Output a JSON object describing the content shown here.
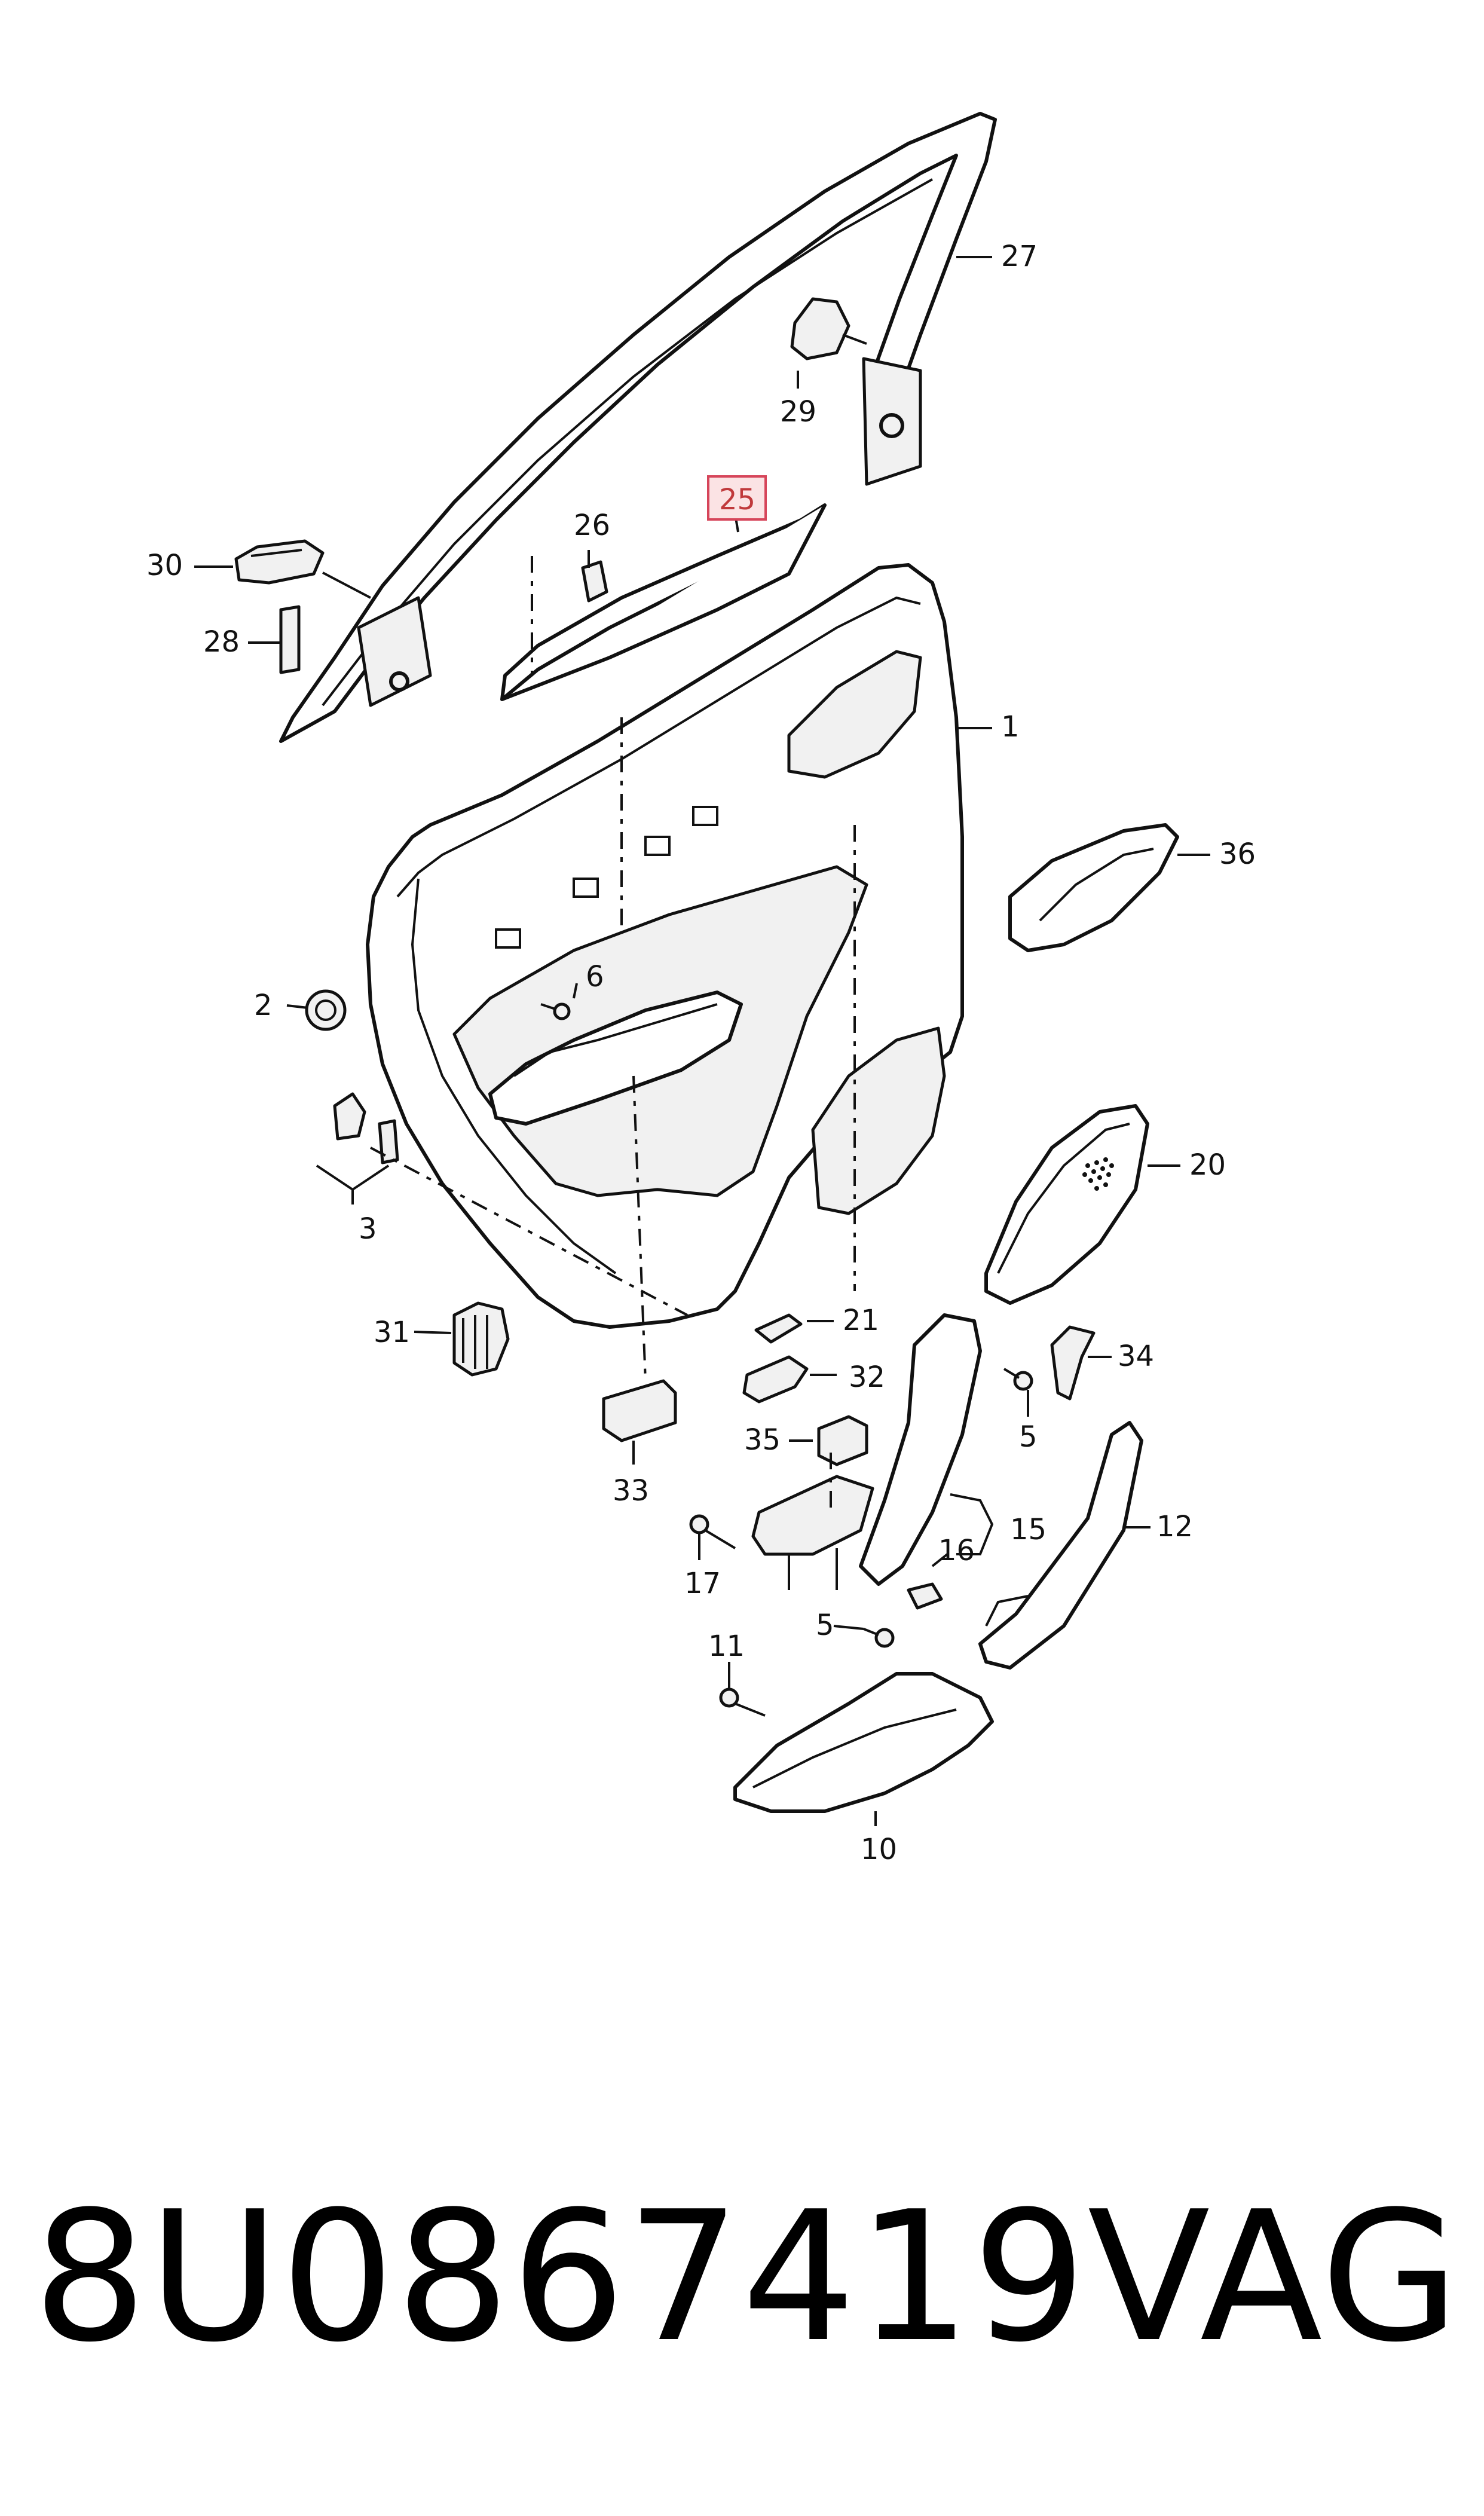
{
  "callouts": {
    "c1": "1",
    "c2": "2",
    "c3": "3",
    "c5a": "5",
    "c5b": "5",
    "c6": "6",
    "c10": "10",
    "c11": "11",
    "c12": "12",
    "c15": "15",
    "c16": "16",
    "c17": "17",
    "c20": "20",
    "c21": "21",
    "c25": "25",
    "c26": "26",
    "c27": "27",
    "c28": "28",
    "c29": "29",
    "c30": "30",
    "c31": "31",
    "c32": "32",
    "c33": "33",
    "c34": "34",
    "c35": "35",
    "c36": "36"
  },
  "highlighted_callout": "25",
  "footer": {
    "part_number": "8U0867419",
    "brand": "VAG"
  }
}
